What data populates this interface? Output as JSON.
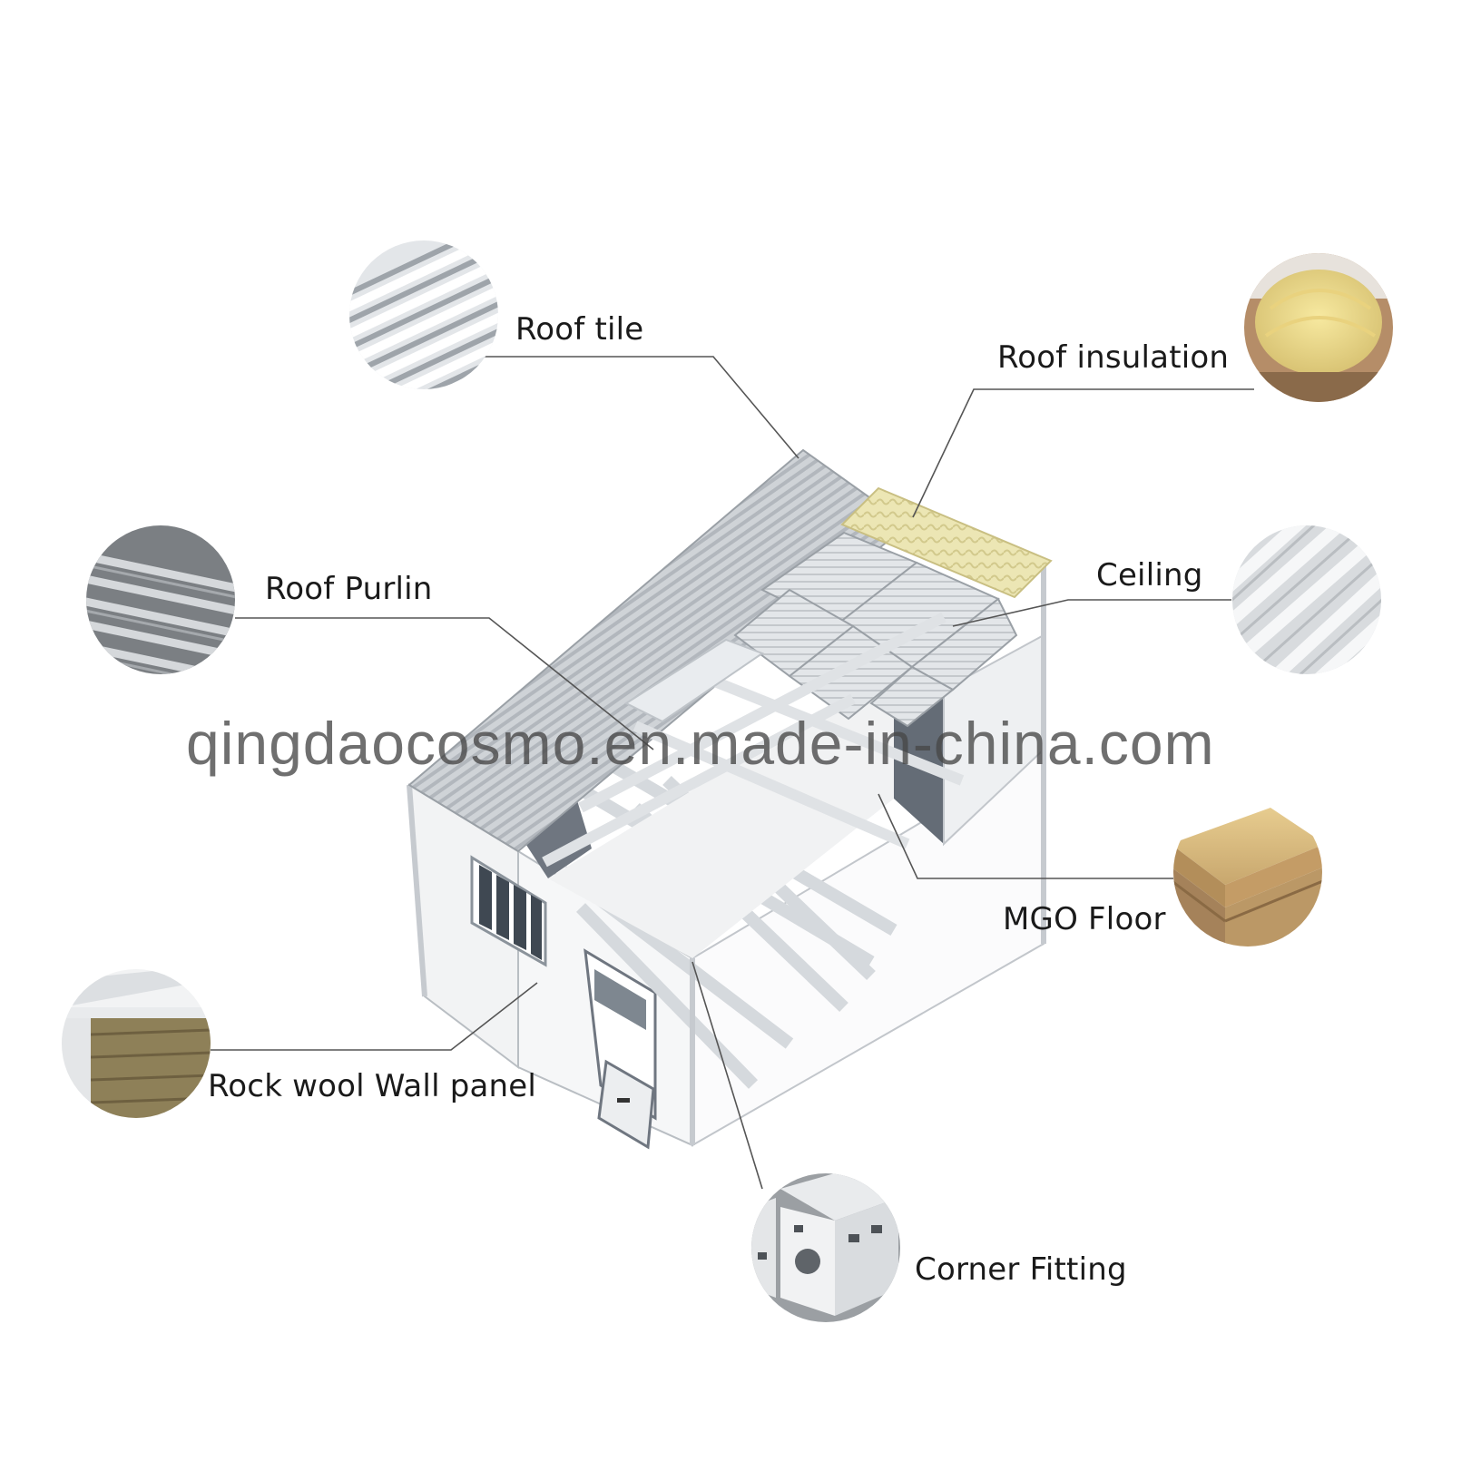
{
  "labels": {
    "roof_tile": "Roof tile",
    "roof_insulation": "Roof insulation",
    "roof_purlin": "Roof Purlin",
    "ceiling": "Ceiling",
    "mgo_floor": "MGO Floor",
    "rock_wool_wall_panel": "Rock wool Wall panel",
    "corner_fitting": "Corner Fitting"
  },
  "watermark": "qingdaocosmo.en.made-in-china.com",
  "colors": {
    "leader_line": "#555555",
    "roof_gray": "#c9cdd1",
    "insulation_yellow": "#ece7b8",
    "panel_white": "#f6f7f8",
    "wall_shadow": "#6f7680",
    "mgo_tan": "#d8b77e"
  }
}
